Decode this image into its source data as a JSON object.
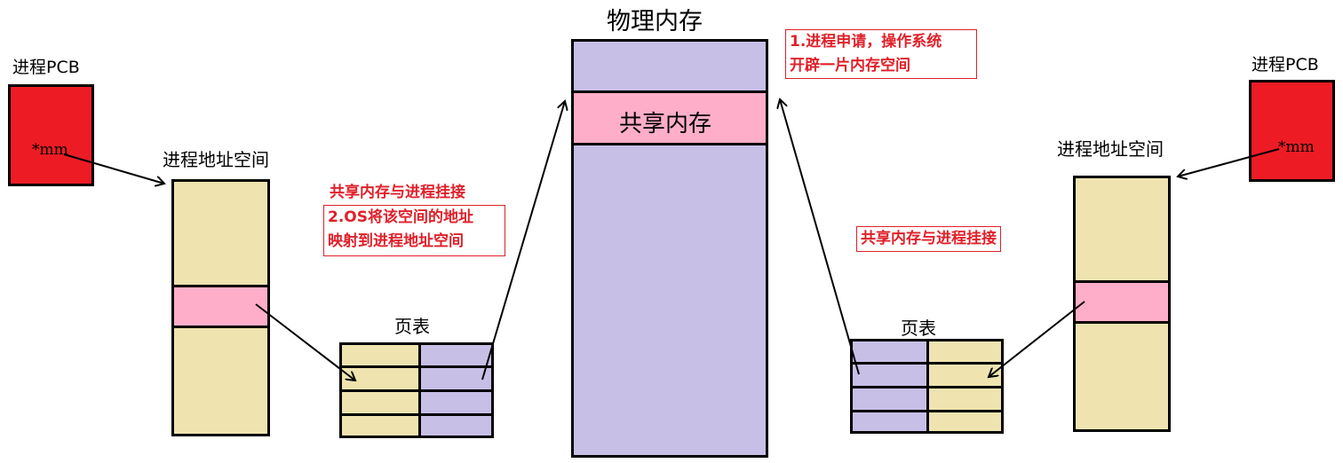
{
  "physical_memory": {
    "title": "物理内存",
    "shared_label": "共享内存"
  },
  "left_process": {
    "pcb_label": "进程PCB",
    "pcb_field": "*mm",
    "addr_space_label": "进程地址空间",
    "page_table_label": "页表"
  },
  "right_process": {
    "pcb_label": "进程PCB",
    "pcb_field": "*mm",
    "addr_space_label": "进程地址空间",
    "page_table_label": "页表"
  },
  "notes": {
    "step1": [
      "1.进程申请，操作系统",
      "开辟一片内存空间"
    ],
    "attach_left": "共享内存与进程挂接",
    "step2": [
      "2.OS将该空间的地址",
      "映射到进程地址空间"
    ],
    "attach_right": "共享内存与进程挂接"
  },
  "colors": {
    "pcb": "#ed1c24",
    "address_space": "#efe4b0",
    "shared": "#ffaec9",
    "physical": "#c8bfe7",
    "annotation": "#e0202a"
  }
}
